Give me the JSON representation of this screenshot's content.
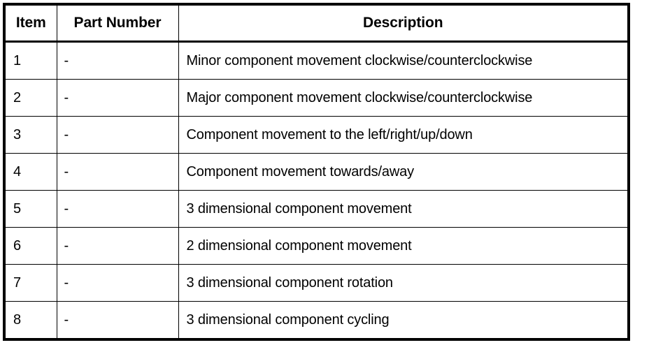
{
  "table": {
    "columns": [
      {
        "key": "item",
        "label": "Item"
      },
      {
        "key": "part_number",
        "label": "Part Number"
      },
      {
        "key": "description",
        "label": "Description"
      }
    ],
    "rows": [
      {
        "item": "1",
        "part_number": "-",
        "description": "Minor component movement clockwise/counterclockwise"
      },
      {
        "item": "2",
        "part_number": "-",
        "description": "Major component movement clockwise/counterclockwise"
      },
      {
        "item": "3",
        "part_number": "-",
        "description": "Component movement to the left/right/up/down"
      },
      {
        "item": "4",
        "part_number": "-",
        "description": "Component movement towards/away"
      },
      {
        "item": "5",
        "part_number": "-",
        "description": "3 dimensional component movement"
      },
      {
        "item": "6",
        "part_number": "-",
        "description": "2 dimensional component movement"
      },
      {
        "item": "7",
        "part_number": "-",
        "description": "3 dimensional component rotation"
      },
      {
        "item": "8",
        "part_number": "-",
        "description": "3 dimensional component cycling"
      }
    ]
  },
  "style": {
    "border_color": "#000000",
    "background_color": "#ffffff",
    "text_color": "#000000"
  }
}
